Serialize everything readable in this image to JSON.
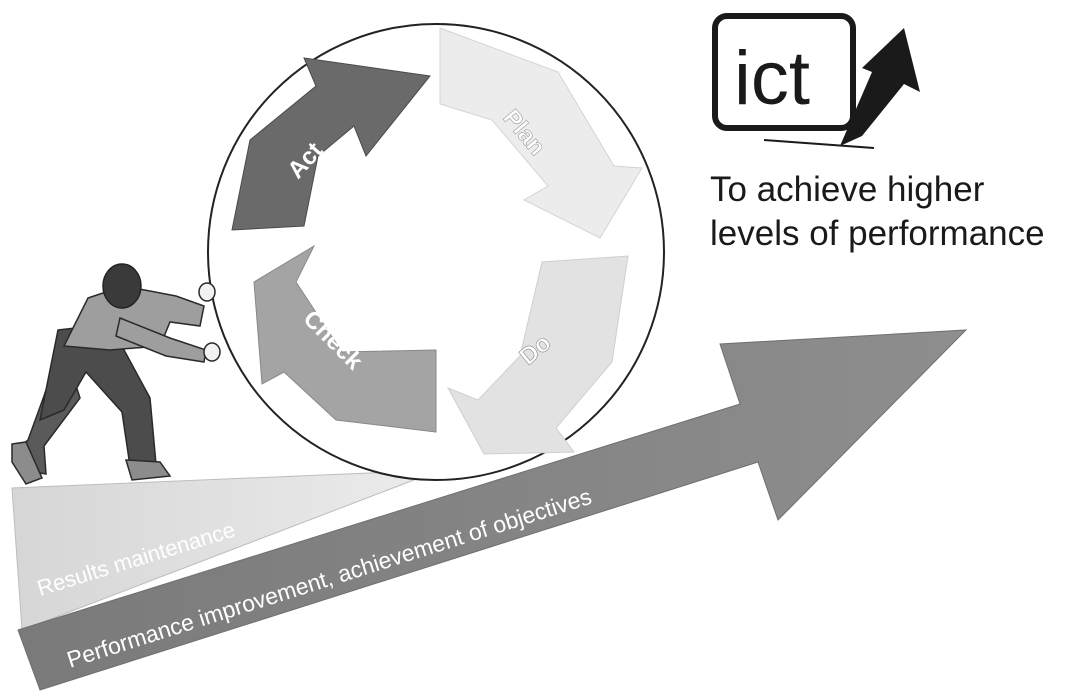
{
  "cycle": {
    "act": "Act",
    "plan": "Plan",
    "do": "Do",
    "check": "Check"
  },
  "bands": {
    "maintenance": "Results maintenance",
    "improvement": "Performance improvement, achievement of objectives"
  },
  "logo": {
    "text": "ict"
  },
  "caption": {
    "line1": "To achieve higher",
    "line2": "levels of performance"
  },
  "colors": {
    "act_arrow": "#6a6a6a",
    "plan_arrow": "#ececec",
    "do_arrow": "#e2e2e2",
    "check_arrow": "#a4a4a4",
    "maintenance_band": "#d9d9d9",
    "improvement_arrow": "#8a8a8a"
  }
}
